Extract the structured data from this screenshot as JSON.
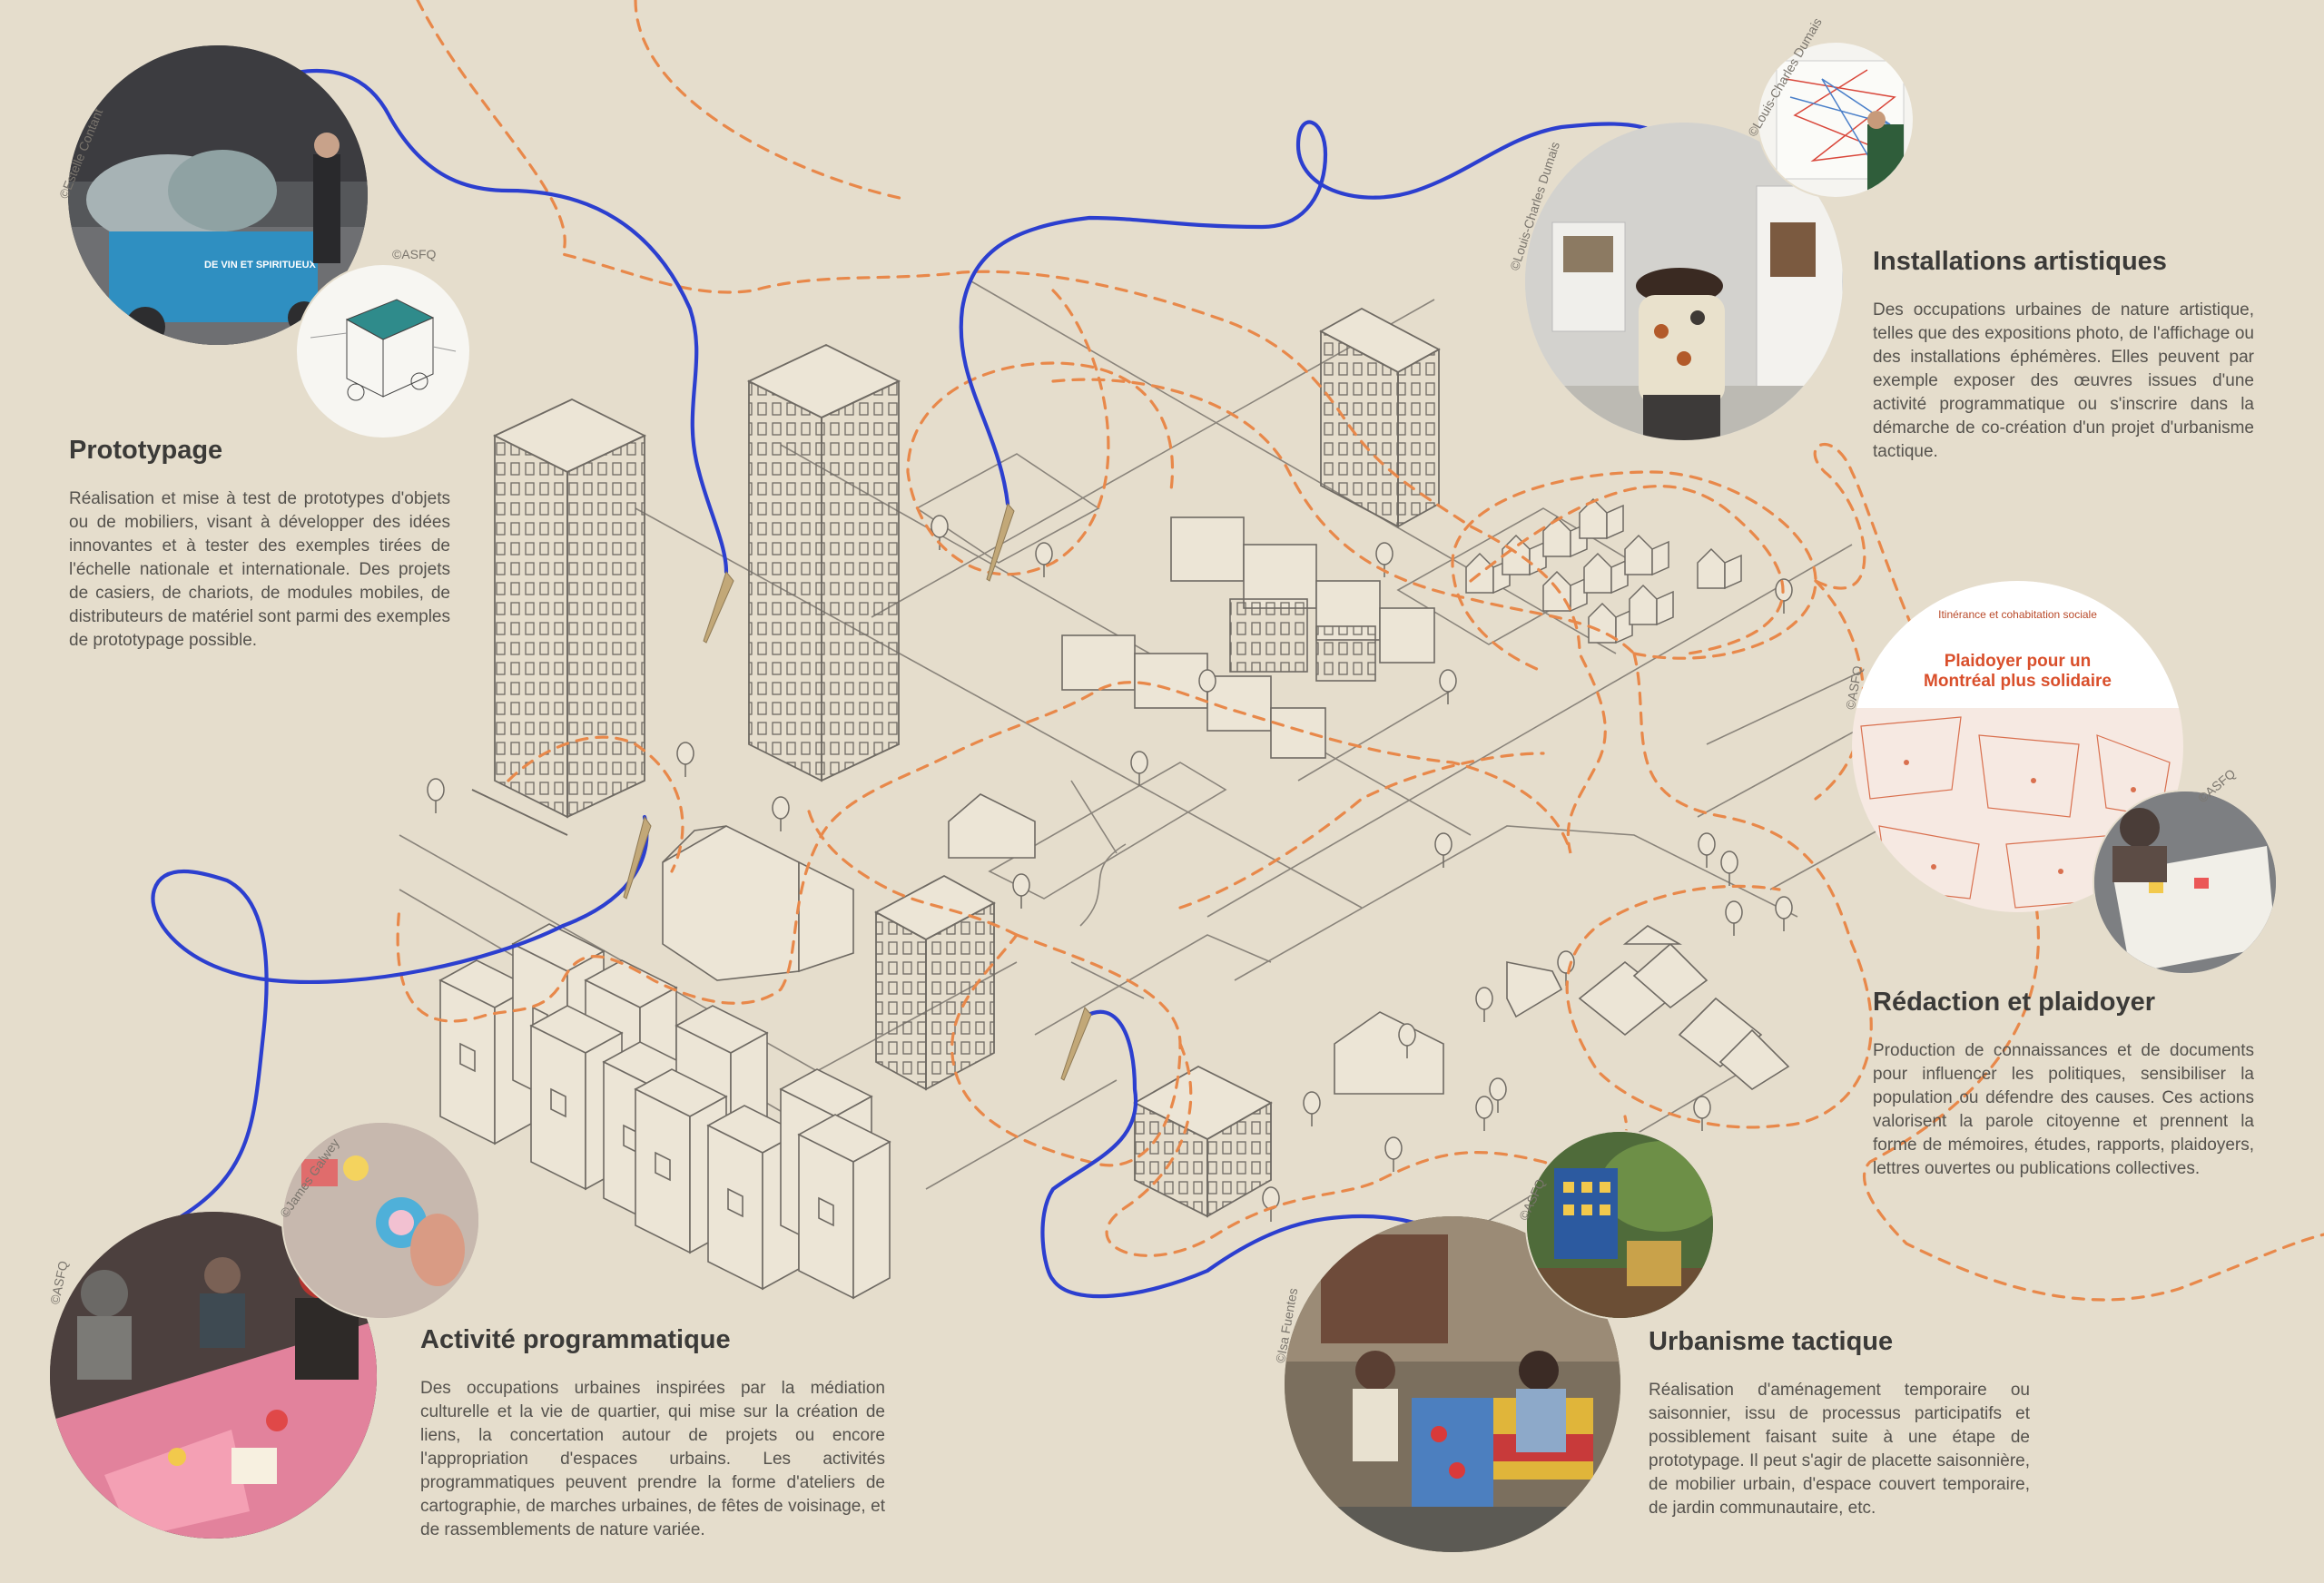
{
  "sections": [
    {
      "id": "prototypage",
      "title": "Prototypage",
      "text": "Réalisation et mise à test de prototypes d'objets ou de mobiliers, visant à développer des idées innovantes et à tester des exemples tirées de l'échelle nationale et internationale. Des projets de casiers, de chariots, de modules mobiles, de distributeurs de matériel sont parmi des exemples de prototypage possible."
    },
    {
      "id": "installations",
      "title": "Installations artistiques",
      "text": "Des occupations urbaines de nature artistique, telles que des expositions photo, de l'affichage ou des installations éphémères. Elles peuvent par exemple exposer des œuvres issues d'une activité programmatique ou s'inscrire dans la démarche de co-création d'un projet d'urbanisme tactique."
    },
    {
      "id": "redaction",
      "title": "Rédaction et plaidoyer",
      "text": "Production de connaissances et de documents pour influencer les politiques, sensibiliser la population ou défendre des causes. Ces actions valorisent la parole citoyenne et prennent la forme de mémoires, études, rapports, plaidoyers, lettres ouvertes ou publications collectives."
    },
    {
      "id": "activite",
      "title": "Activité programmatique",
      "text": "Des occupations urbaines inspirées par la médiation culturelle et la vie de quartier, qui mise sur la création de liens, la concertation autour de projets ou encore l'appropriation d'espaces urbains. Les activités programmatiques peuvent prendre la forme d'ateliers de cartographie, de marches urbaines, de fêtes de voisinage, et de rassemblements de nature variée."
    },
    {
      "id": "urbanisme",
      "title": "Urbanisme tactique",
      "text": "Réalisation d'aménagement temporaire ou saisonnier, issu de processus participatifs et possiblement faisant suite à une étape de prototypage. Il peut s'agir de placette saisonnière, de mobilier urbain, d'espace couvert temporaire, de jardin communautaire, etc."
    }
  ],
  "credits": {
    "estelle": "©Estelle Contant",
    "asfq_proto": "©ASFQ",
    "lcd_1": "©Louis-Charles Dumais",
    "lcd_2": "©Louis-Charles Dumais",
    "asfq_redaction_1": "©ASFQ",
    "asfq_redaction_2": "©ASFQ",
    "james": "©James Galwey",
    "asfq_activite": "©ASFQ",
    "isa": "©Isa Fuentes",
    "asfq_urbanisme": "©ASFQ"
  },
  "poster": {
    "kicker": "Itinérance et cohabitation sociale",
    "title_line1": "Plaidoyer pour un",
    "title_line2": "Montréal plus solidaire"
  },
  "cart_banner": "DE VIN ET SPIRITUEUX",
  "colors": {
    "background": "#e5ddcc",
    "dashed_orange": "#e8884a",
    "blue_line": "#2c3fcf",
    "linework": "#6f6a63",
    "heading": "#3b3a38",
    "body": "#55524d",
    "poster_red": "#d94f2b"
  }
}
